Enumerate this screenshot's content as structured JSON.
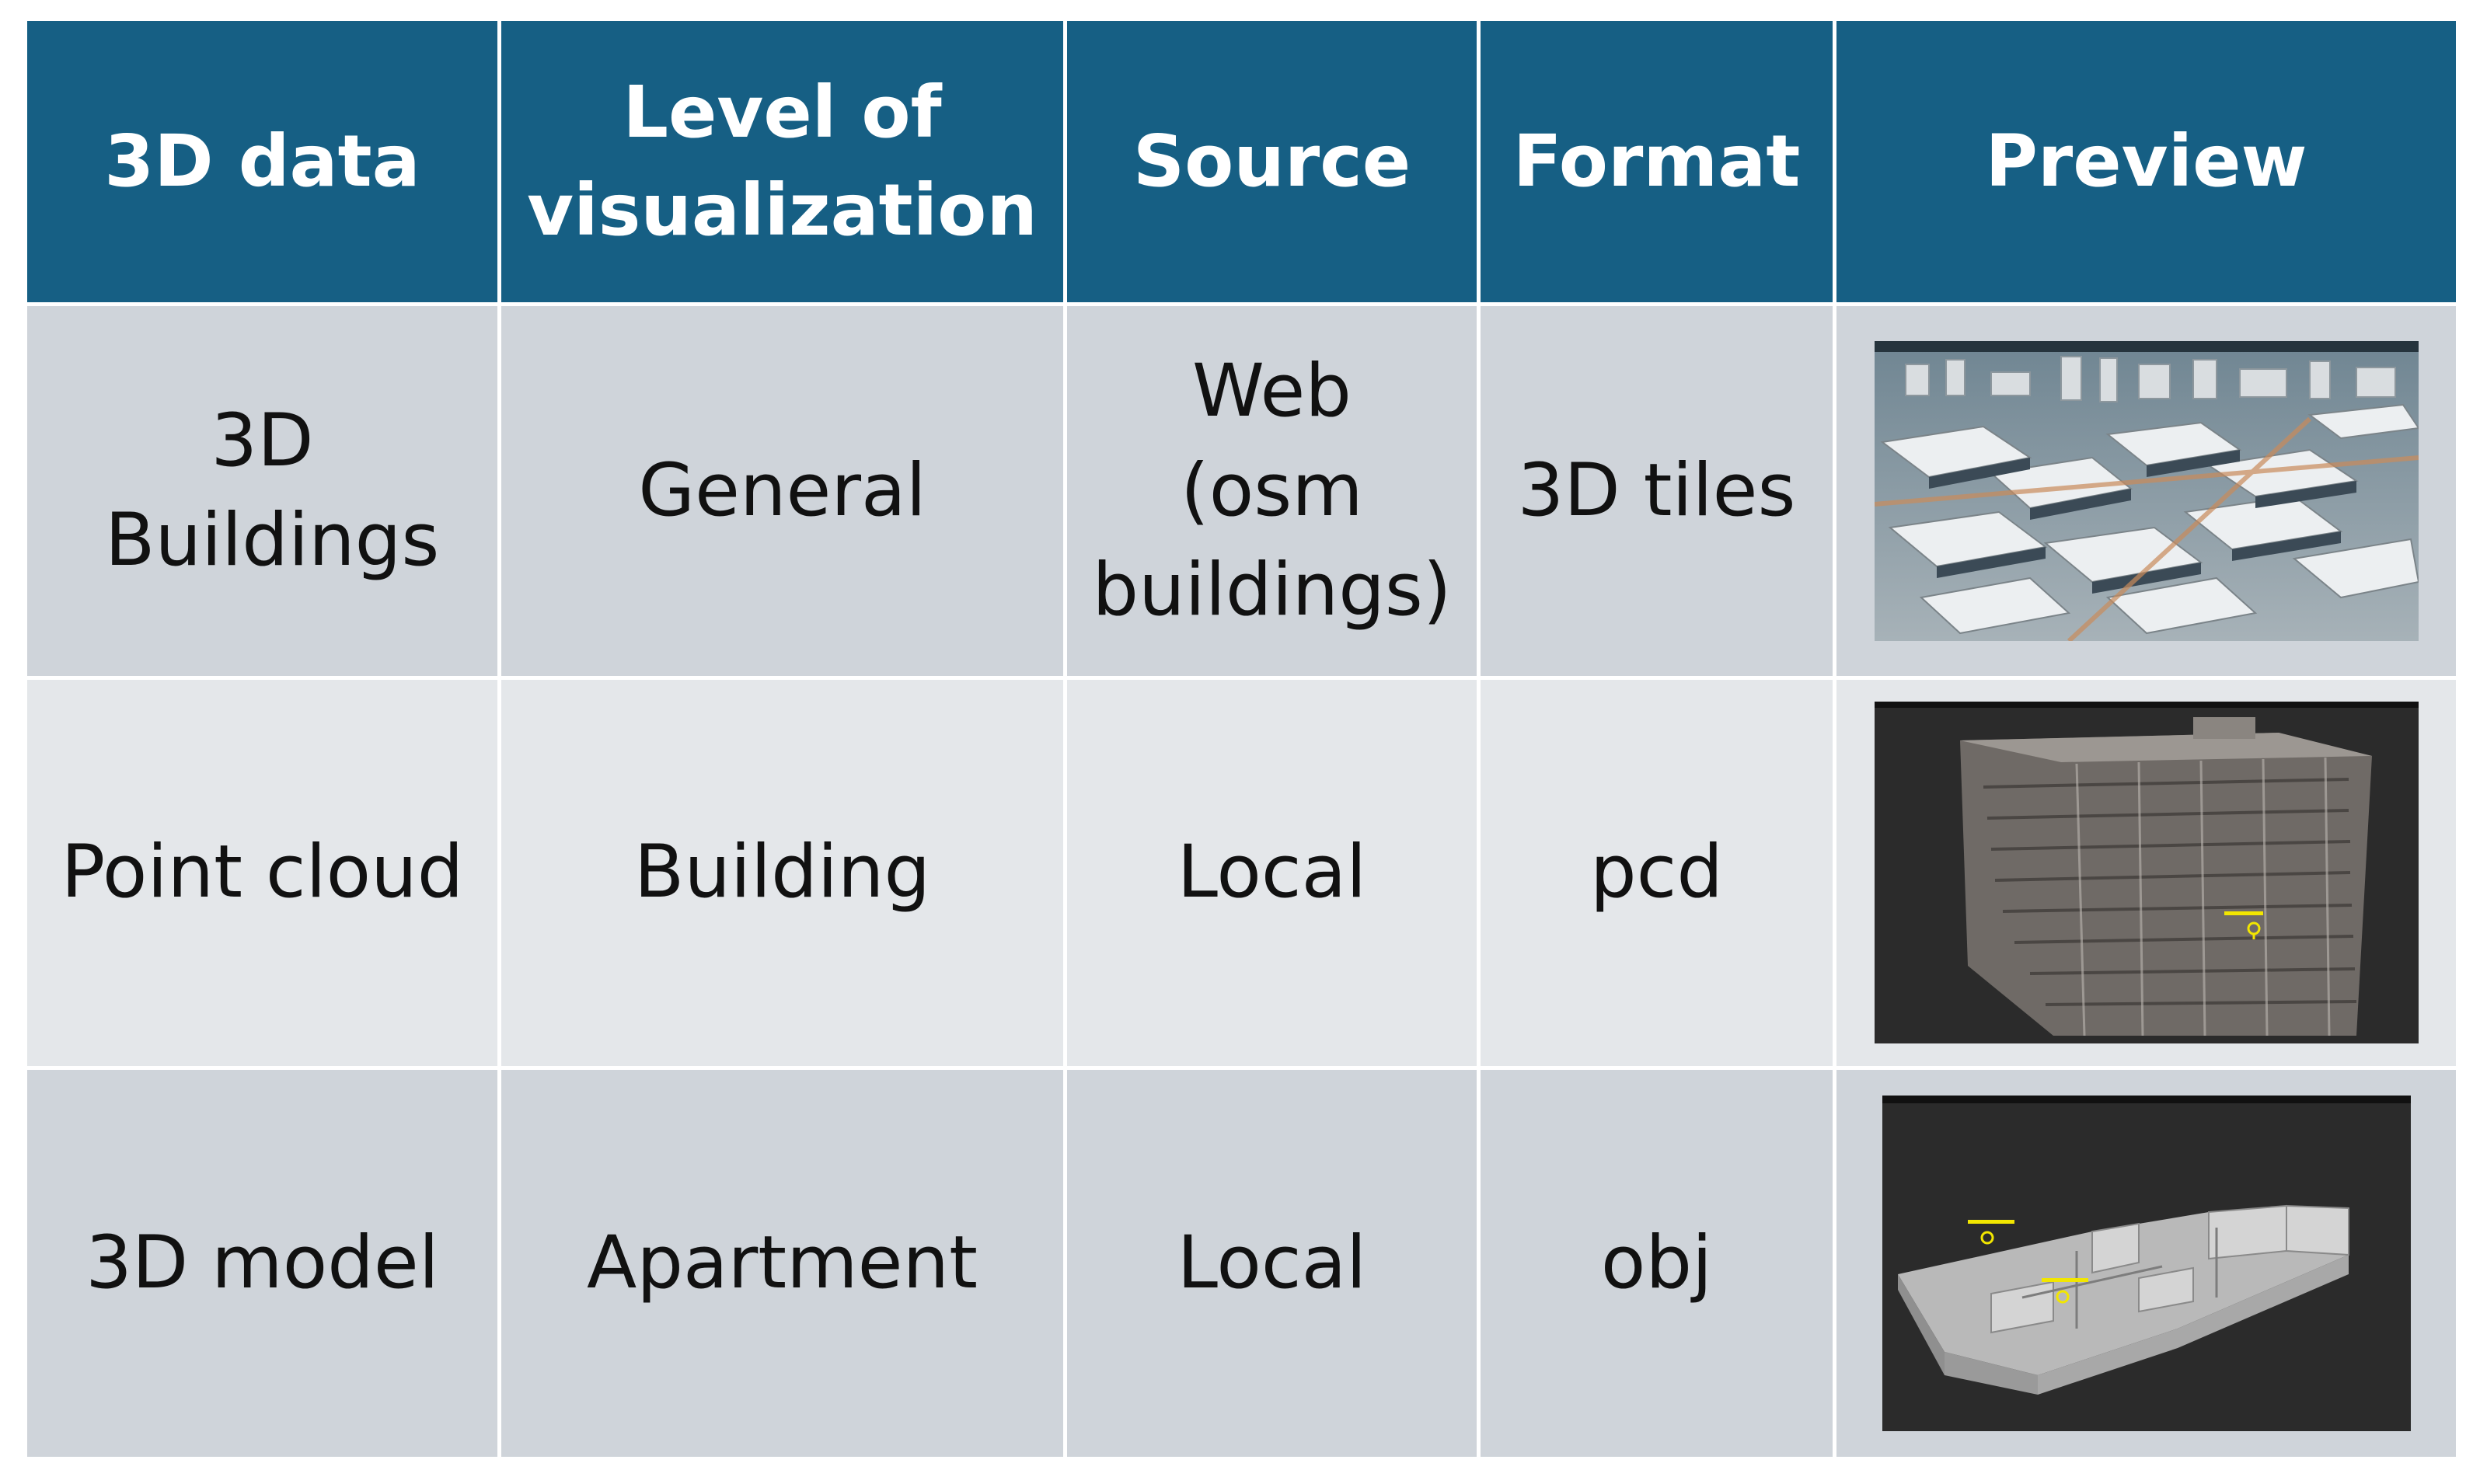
{
  "table": {
    "headers": [
      "3D data",
      "Level of visualization",
      "Source",
      "Format",
      "Preview"
    ],
    "rows": [
      {
        "data": "3D Buildings",
        "level": "General",
        "source": "Web (osm buildings)",
        "format": "3D tiles",
        "preview_icon": "city-3d-tiles-image"
      },
      {
        "data": "Point cloud",
        "level": "Building",
        "source": "Local",
        "format": "pcd",
        "preview_icon": "point-cloud-building-image"
      },
      {
        "data": "3D model",
        "level": "Apartment",
        "source": "Local",
        "format": "obj",
        "preview_icon": "apartment-model-image"
      }
    ]
  },
  "colors": {
    "header_bg": "#165f84",
    "row_dark": "#cfd4da",
    "row_light": "#e4e7ea",
    "preview_dark_bg": "#2b2b2b",
    "marker": "#f2e600"
  }
}
